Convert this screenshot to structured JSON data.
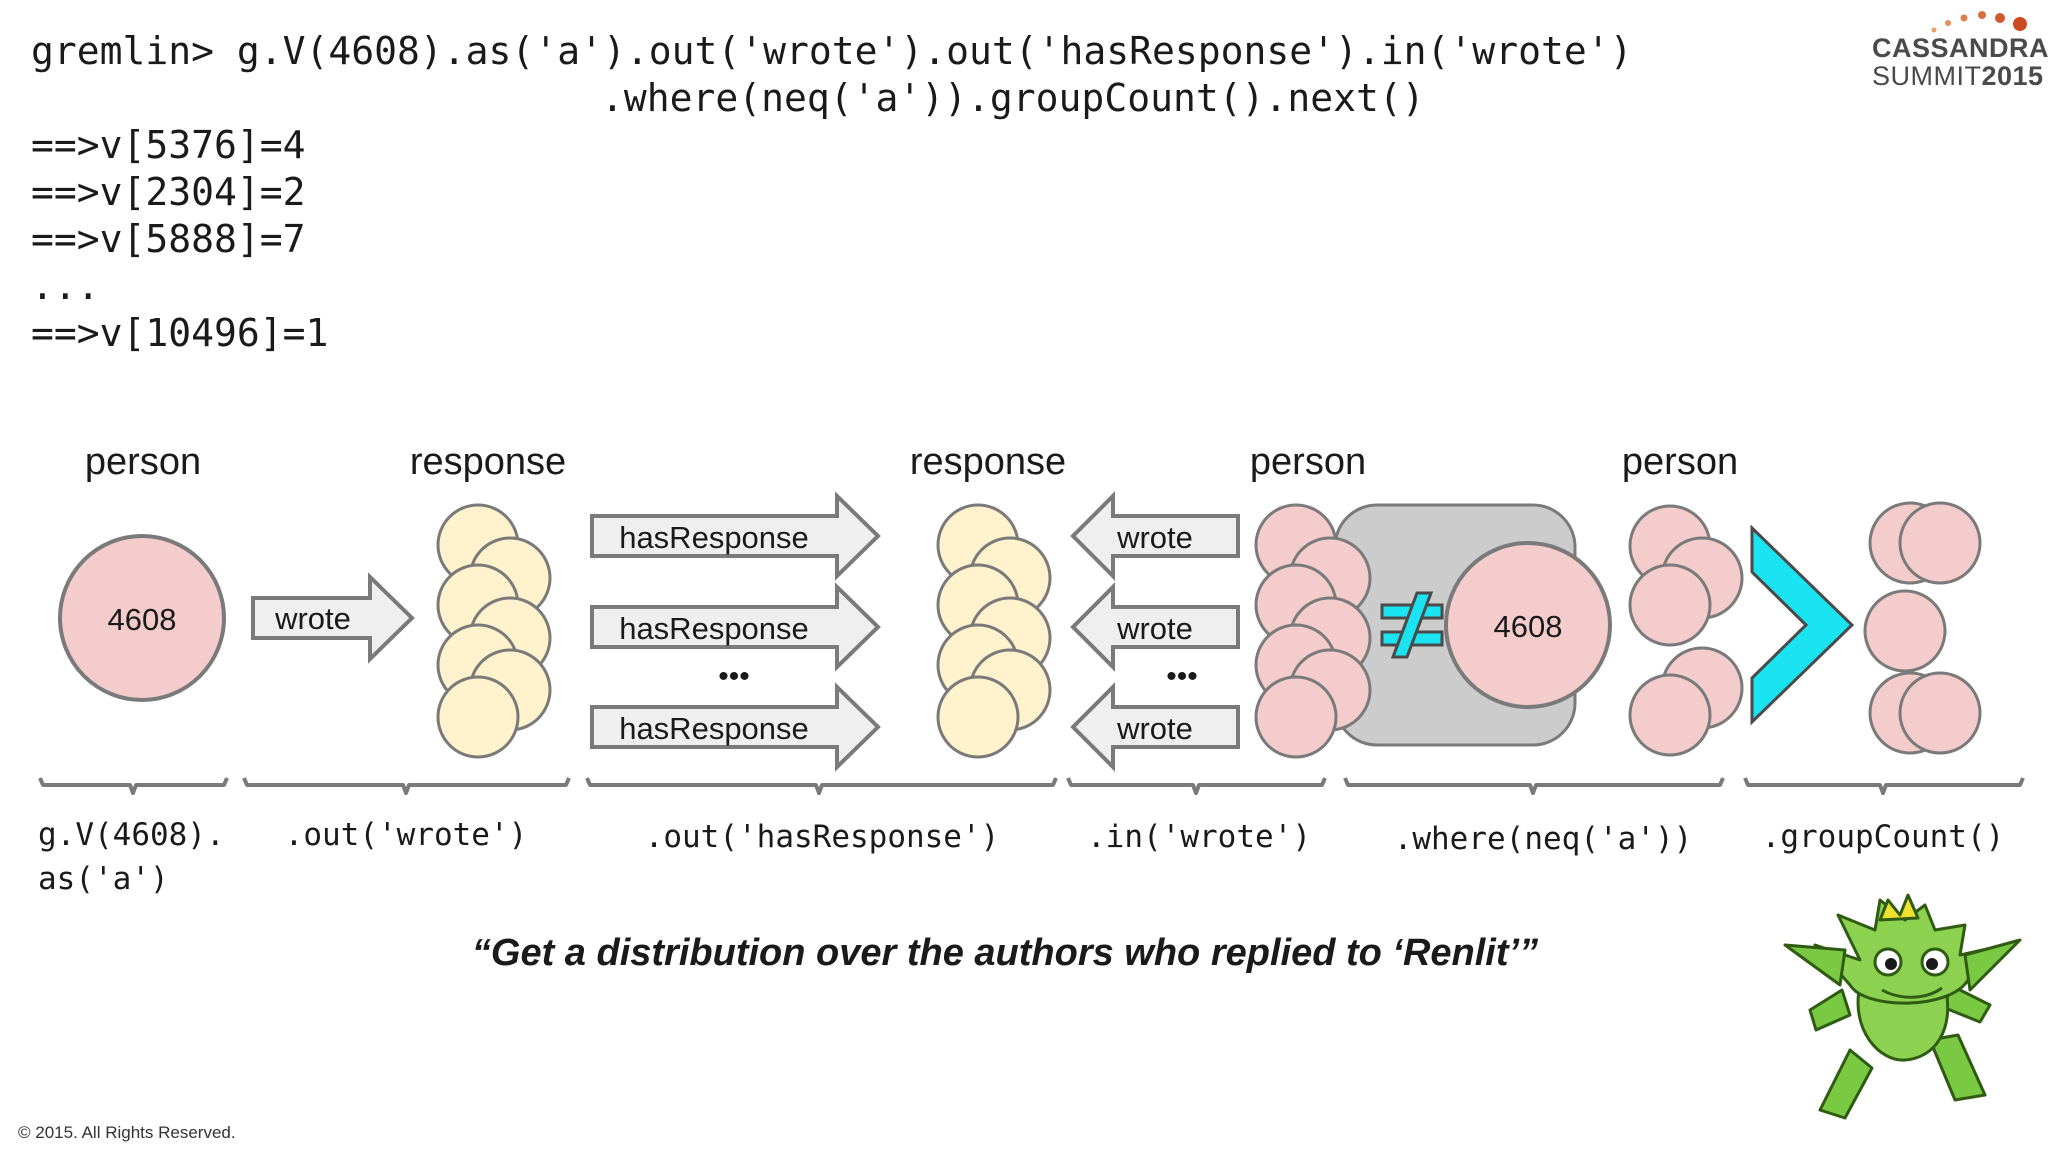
{
  "header": {
    "code_lines": [
      "gremlin> g.V(4608).as('a').out('wrote').out('hasResponse').in('wrote')",
      ".where(neq('a')).groupCount().next()",
      "==>v[5376]=4",
      "==>v[2304]=2",
      "==>v[5888]=7",
      "...",
      "==>v[10496]=1"
    ],
    "logo_line1": "CASSANDRA",
    "logo_line2_prefix": "SUMMIT",
    "logo_line2_year": "2015"
  },
  "diagram": {
    "stage_labels": [
      "person",
      "response",
      "response",
      "person",
      "person"
    ],
    "start_vertex_id": "4608",
    "filter_vertex_id": "4608",
    "arrow_wrote_label": "wrote",
    "out_arrow_labels": [
      "hasResponse",
      "hasResponse",
      "hasResponse"
    ],
    "in_arrow_labels": [
      "wrote",
      "wrote",
      "wrote"
    ],
    "ellipsis": "•••",
    "step_labels": [
      "g.V(4608).",
      "as('a')",
      ".out('wrote')",
      ".out('hasResponse')",
      ".in('wrote')",
      ".where(neq('a'))",
      ".groupCount()"
    ],
    "colors": {
      "person_fill": "#f4cccc",
      "response_fill": "#fff2cc",
      "outline": "#7a7a7a",
      "filter_box": "#cccccc",
      "accent_cyan": "#1be4f2",
      "arrow_fill": "#efefef"
    }
  },
  "caption": "“Get a distribution over the authors who replied to ‘Renlit’”",
  "footer": {
    "copyright": "© 2015. All Rights Reserved."
  },
  "mascot": {
    "icon": "gremlin-mascot-icon"
  }
}
